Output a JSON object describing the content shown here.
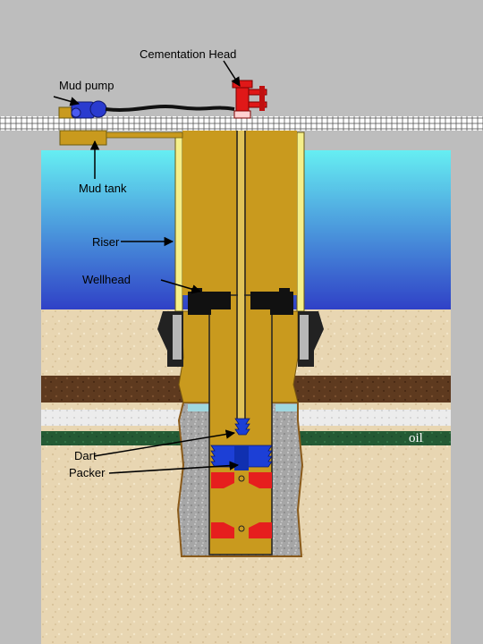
{
  "labels": {
    "cementation_head": "Cementation Head",
    "mud_pump": "Mud pump",
    "mud_tank": "Mud tank",
    "riser": "Riser",
    "wellhead": "Wellhead",
    "oil": "oil",
    "dart": "Dart",
    "packer": "Packer"
  },
  "colors": {
    "background": "#bdbdbd",
    "sea_top": "#66eef2",
    "sea_bottom": "#3044c8",
    "sand": "#e9d7b3",
    "mud_layer": "#5e3a1f",
    "oil_layer": "#245a34",
    "casing_gold": "#c99a1e",
    "cement_grey": "#a8a8a8",
    "riser_yellow": "#f5ef8a",
    "dart_plug_blue": "#1c3fd6",
    "packer_red": "#e61e1e",
    "pump_blue": "#2a3bcf",
    "head_red": "#e01818"
  }
}
